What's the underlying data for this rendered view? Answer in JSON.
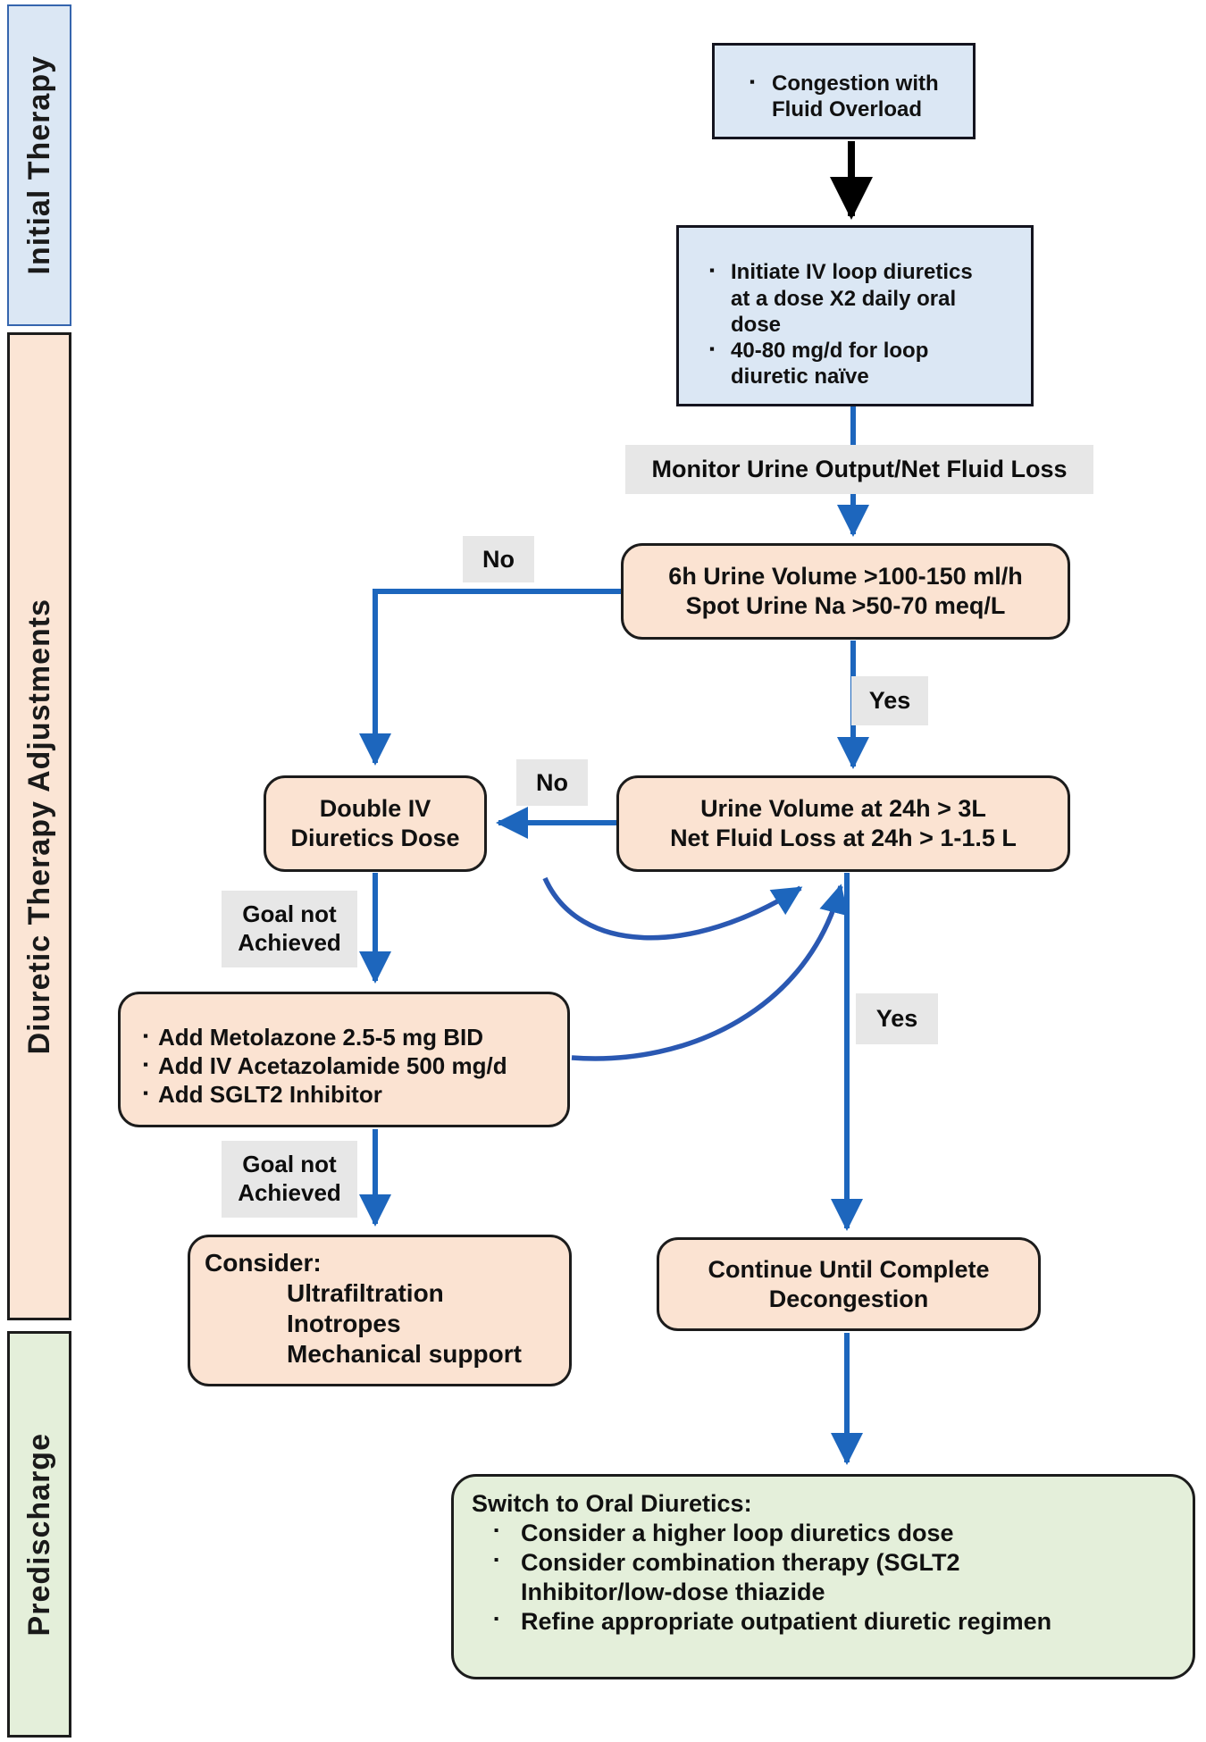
{
  "meta": {
    "bullet": "▪"
  },
  "sidebar": {
    "sections": [
      {
        "label": "Initial Therapy"
      },
      {
        "label": "Diuretic Therapy Adjustments"
      },
      {
        "label": "Predischarge"
      }
    ]
  },
  "nodes": {
    "congestion": {
      "bullets": [
        {
          "lines": [
            "Congestion with",
            "Fluid Overload"
          ]
        }
      ]
    },
    "initiate": {
      "bullets": [
        {
          "lines": [
            "Initiate IV loop diuretics",
            "at a dose X2 daily oral",
            "dose"
          ]
        },
        {
          "lines": [
            "40-80  mg/d for loop",
            "diuretic naïve"
          ]
        }
      ]
    },
    "urine6h": {
      "lines": [
        "6h Urine Volume >100-150 ml/h",
        "Spot Urine Na >50-70 meq/L"
      ]
    },
    "urine24h": {
      "lines": [
        "Urine Volume at 24h > 3L",
        "Net Fluid Loss  at 24h > 1-1.5 L"
      ]
    },
    "double_iv": {
      "lines": [
        "Double IV",
        "Diuretics Dose"
      ]
    },
    "add_agents": {
      "bullets": [
        "Add Metolazone  2.5-5 mg BID",
        "Add IV  Acetazolamide 500 mg/d",
        "Add SGLT2  Inhibitor"
      ]
    },
    "consider": {
      "title": "Consider:",
      "items": [
        "Ultrafiltration",
        "Inotropes",
        "Mechanical support"
      ]
    },
    "continue_box": {
      "lines": [
        "Continue Until Complete",
        "Decongestion"
      ]
    },
    "switch_oral": {
      "title": "Switch to Oral Diuretics:",
      "bullets": [
        {
          "lines": [
            "Consider a higher loop diuretics dose"
          ]
        },
        {
          "lines": [
            "Consider combination therapy (SGLT2",
            "Inhibitor/low-dose thiazide"
          ]
        },
        {
          "lines": [
            "Refine appropriate outpatient diuretic regimen"
          ]
        }
      ]
    }
  },
  "edge_labels": {
    "monitor": "Monitor Urine Output/Net Fluid Loss",
    "no_6h": "No",
    "yes_6h": "Yes",
    "no_24h": "No",
    "yes_24h": "Yes",
    "goal_not_achieved_1": {
      "lines": [
        "Goal not",
        "Achieved"
      ]
    },
    "goal_not_achieved_2": {
      "lines": [
        "Goal not",
        "Achieved"
      ]
    }
  },
  "colors": {
    "box_blue_fill": "#dbe7f4",
    "box_peach_fill": "#fbe3d2",
    "box_green_fill": "#e4efda",
    "label_gray_bg": "#e7e7e7",
    "arrow_blue": "#1d66bd",
    "arrow_black": "#000000",
    "sidebar_blue_border": "#3565ae",
    "box_border_dark": "#1c1c1c"
  }
}
